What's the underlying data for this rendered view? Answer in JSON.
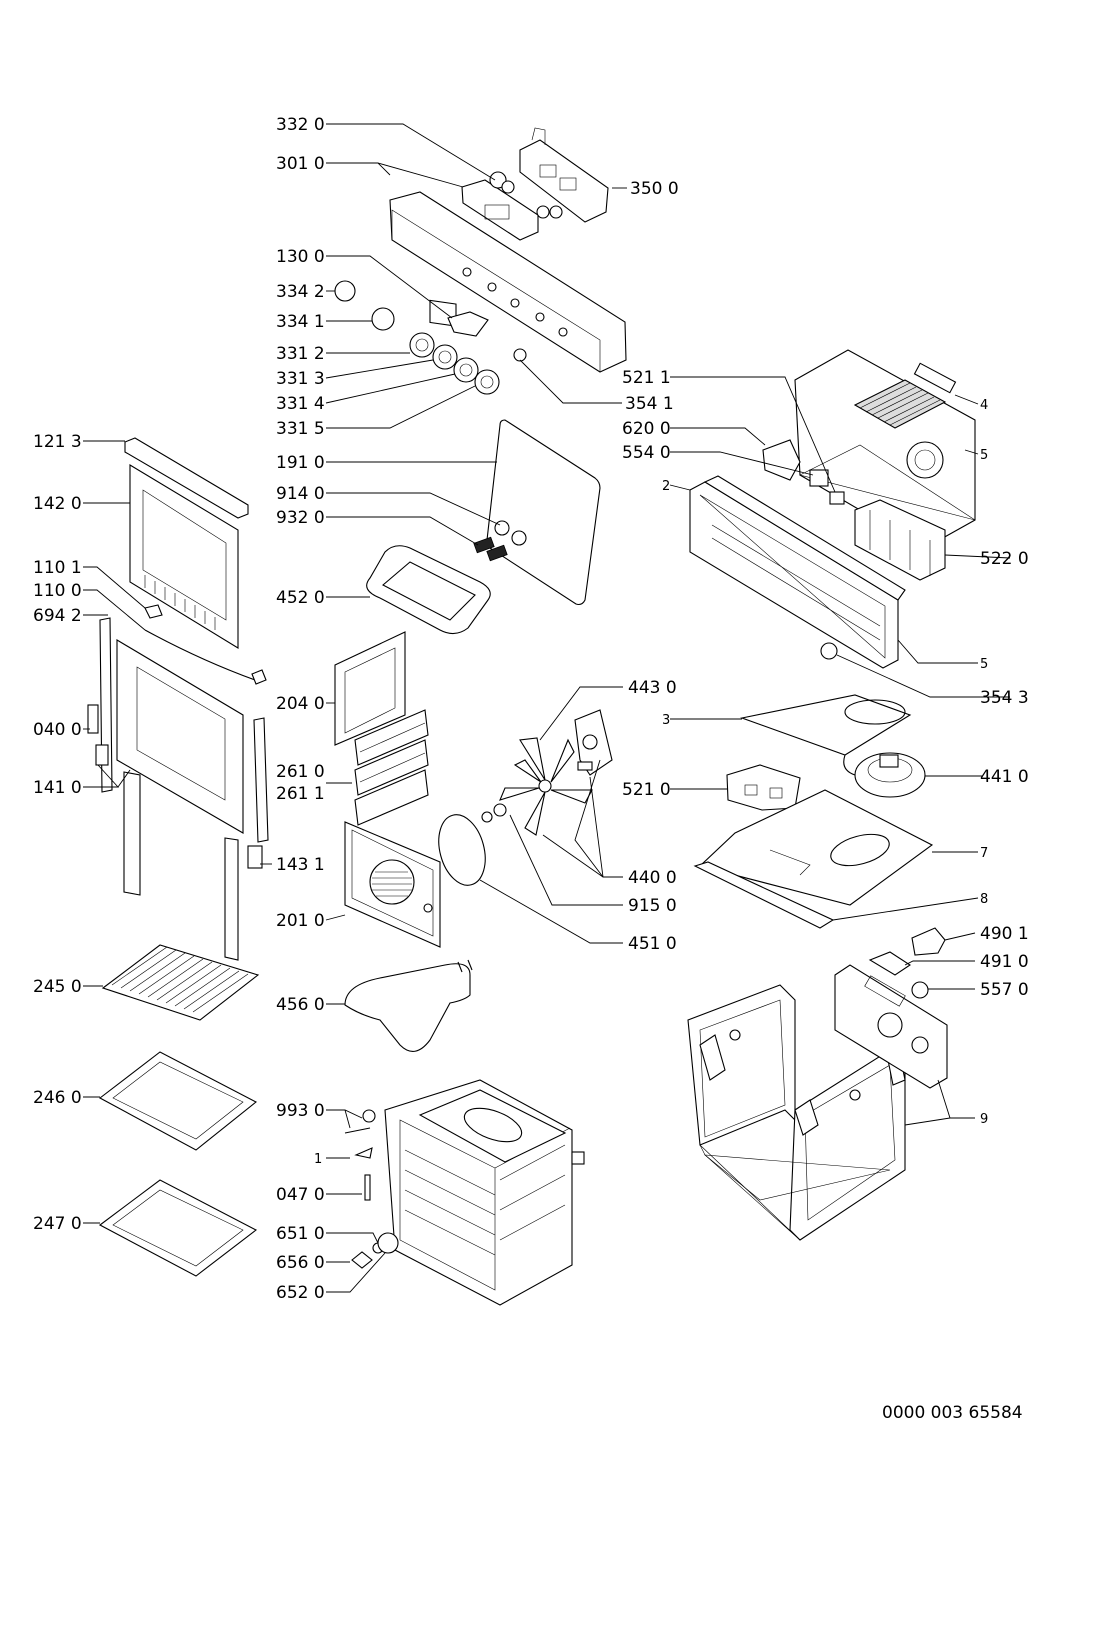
{
  "labels": {
    "l3320": "332 0",
    "l3010": "301 0",
    "l1300": "130 0",
    "l3342": "334 2",
    "l3341": "334 1",
    "l3312": "331 2",
    "l3313": "331 3",
    "l3314": "331 4",
    "l3315": "331 5",
    "l3500": "350 0",
    "l3541": "354 1",
    "l1213": "121 3",
    "l1420": "142 0",
    "l1101": "110 1",
    "l1100": "110 0",
    "l6942": "694 2",
    "l0400": "040 0",
    "l1410": "141 0",
    "l1431": "143 1",
    "l1910": "191 0",
    "l9140": "914 0",
    "l9320": "932 0",
    "l4520": "452 0",
    "l2040": "204 0",
    "l2610": "261 0",
    "l2611": "261 1",
    "l2010": "201 0",
    "l4560": "456 0",
    "l2450": "245 0",
    "l2460": "246 0",
    "l2470": "247 0",
    "l9930": "993 0",
    "l1": "1",
    "l0470": "047 0",
    "l6510": "651 0",
    "l6560": "656 0",
    "l6520": "652 0",
    "l5211": "521 1",
    "l6200": "620 0",
    "l5540": "554 0",
    "l2": "2",
    "l4": "4",
    "l5a": "5",
    "l5220": "522 0",
    "l5b": "5",
    "l3543": "354 3",
    "l4430": "443 0",
    "l3": "3",
    "l4410": "441 0",
    "l5210": "521 0",
    "l7": "7",
    "l4400": "440 0",
    "l9150": "915 0",
    "l8": "8",
    "l4510": "451 0",
    "l4901": "490 1",
    "l4910": "491 0",
    "l5570": "557 0",
    "l9": "9"
  },
  "doc_number": "0000 003 65584"
}
